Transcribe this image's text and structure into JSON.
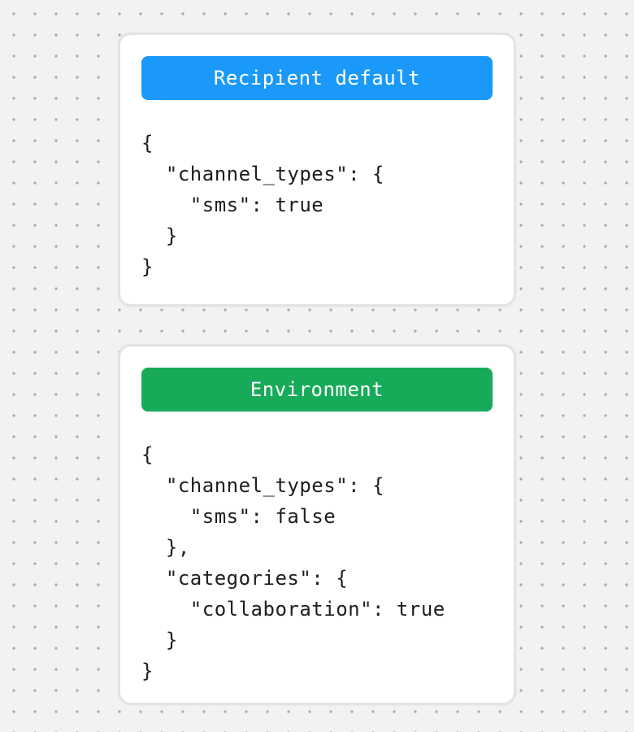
{
  "theme": {
    "page_background": "#f2f2f2",
    "dot_color": "#ababab",
    "card_background": "#ffffff",
    "card_border": "#e3e3e3",
    "code_text_color": "#1e1e1e",
    "header_text_color": "#ffffff",
    "blue_accent": "#1a99fa",
    "green_accent": "#17ab59"
  },
  "cards": [
    {
      "id": "recipient-default",
      "header": {
        "label": "Recipient default",
        "color": "#1a99fa"
      },
      "code": "{\n  \"channel_types\": {\n    \"sms\": true\n  }\n}"
    },
    {
      "id": "environment",
      "header": {
        "label": "Environment",
        "color": "#17ab59"
      },
      "code": "{\n  \"channel_types\": {\n    \"sms\": false\n  },\n  \"categories\": {\n    \"collaboration\": true\n  }\n}"
    }
  ]
}
